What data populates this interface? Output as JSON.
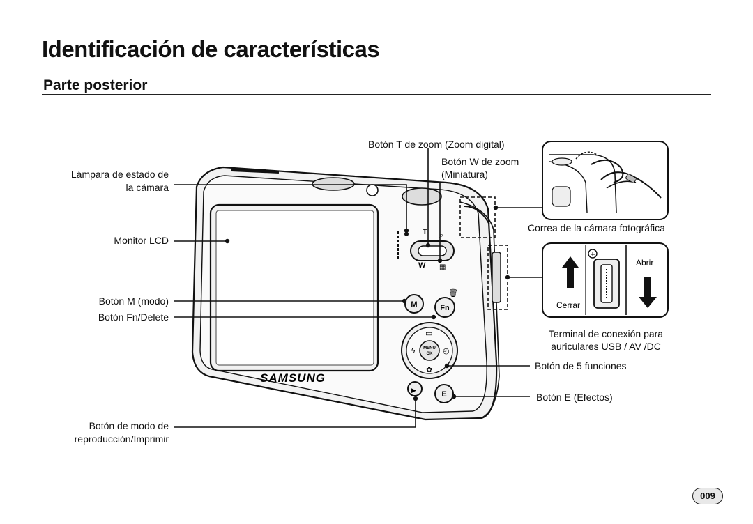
{
  "heading": {
    "title": "Identificación de características",
    "subtitle": "Parte posterior"
  },
  "labels": {
    "zoom_t": "Botón T de zoom (Zoom digital)",
    "zoom_w_1": "Botón W de zoom",
    "zoom_w_2": "(Miniatura)",
    "lamp_1": "Lámpara de estado de",
    "lamp_2": "la cámara",
    "lcd": "Monitor LCD",
    "mode": "Botón M (modo)",
    "fn": "Botón Fn/Delete",
    "play_1": "Botón de modo de",
    "play_2": "reproducción/Imprimir",
    "strap": "Correa de la cámara fotográfica",
    "terminal_1": "Terminal de conexión para",
    "terminal_2": "auriculares USB / AV /DC",
    "five": "Botón de 5 funciones",
    "effects": "Botón E (Efectos)"
  },
  "inset": {
    "open": "Abrir",
    "close": "Cerrar"
  },
  "camera": {
    "brand": "SAMSUNG",
    "btn_m": "M",
    "btn_fn": "Fn",
    "btn_e": "E",
    "btn_t": "T",
    "btn_w": "W",
    "menu_ok_1": "MENU",
    "menu_ok_2": "OK"
  },
  "page_number": "009"
}
